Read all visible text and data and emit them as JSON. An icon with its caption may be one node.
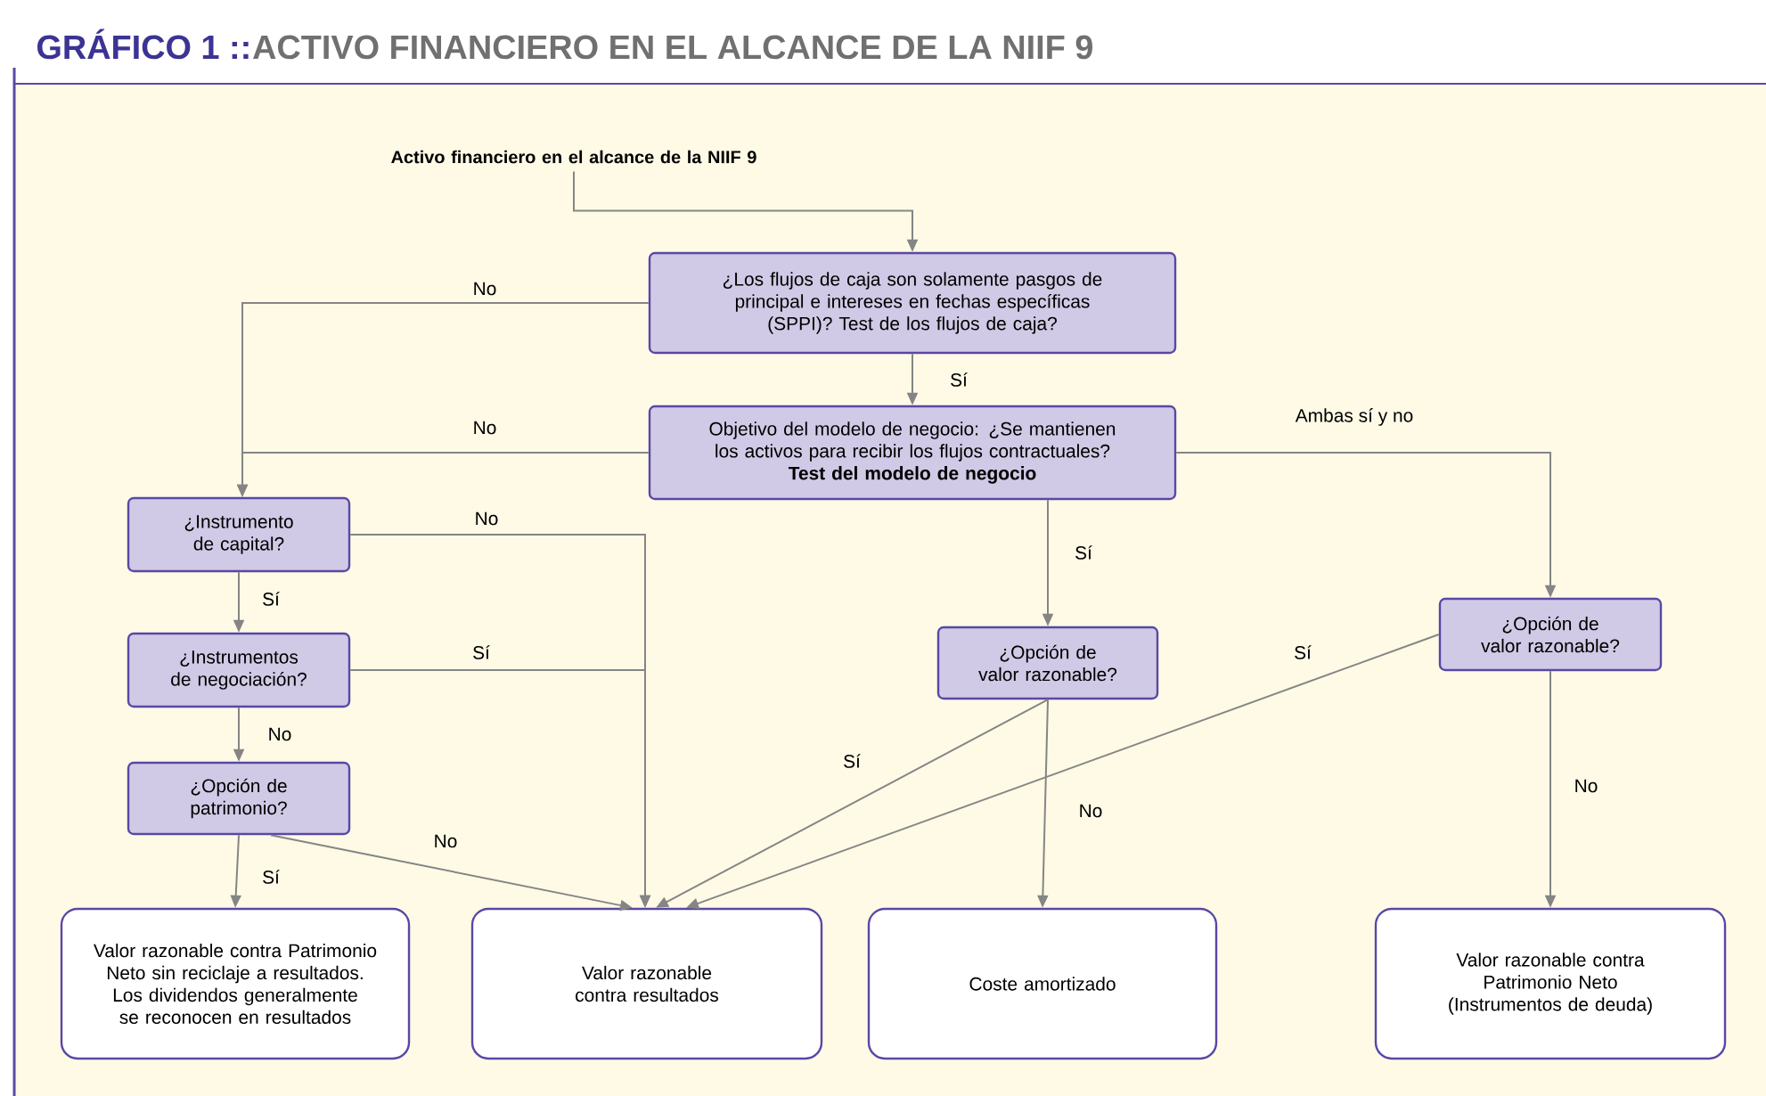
{
  "diagram": {
    "title": "ACTIVO FINANCIERO EN EL ALCANCE DE LA NIIF 9",
    "nodes": [
      {
        "text": [
          "Activo financiero en el alcance de la NIIF 9"
        ]
      },
      {
        "text": [
          "¿Los flujos de caja son solamente pasgos de principal e intereses en fechas específicas (SPPI)? Test de los flujos de caja?"
        ]
      },
      {
        "text": [
          "Objetivo del modelo de negocio: ¿Se mantienen los activos para recibir los flujos contractuales?",
          "Test del modelo de negocio"
        ]
      },
      {
        "text": [
          "¿Instrumento de capital?"
        ]
      },
      {
        "text": [
          "¿Instrumentos de negociación?"
        ]
      },
      {
        "text": [
          "¿Opción de patrimonio?"
        ]
      },
      {
        "text": [
          "¿Opción de valor razonable?"
        ]
      },
      {
        "text": [
          "¿Opción de valor razonable?"
        ]
      },
      {
        "text": [
          "Valor razonable contra Patrimonio Neto sin reciclaje a resultados. Los dividendos generalmente se reconocen en resultados"
        ]
      },
      {
        "text": [
          "Valor razonable contra resultados"
        ]
      },
      {
        "text": [
          "Coste amortizado"
        ]
      },
      {
        "text": [
          "Valor razonable contra Patrimonio Neto (Instrumentos de deuda)"
        ]
      }
    ],
    "edges": [
      {
        "from": 0,
        "to": 1,
        "arrow": "to"
      },
      {
        "from": 1,
        "to": 3,
        "arrow": "to",
        "label": "No"
      },
      {
        "from": 1,
        "to": 2,
        "arrow": "to",
        "label": "Sí"
      },
      {
        "from": 2,
        "to": 3,
        "arrow": "to",
        "label": "No"
      },
      {
        "from": 2,
        "to": 6,
        "arrow": "to",
        "label": "Sí"
      },
      {
        "from": 2,
        "to": 7,
        "arrow": "to",
        "label": "Ambas sí y no"
      },
      {
        "from": 3,
        "to": 4,
        "arrow": "to",
        "label": "Sí"
      },
      {
        "from": 3,
        "to": 9,
        "arrow": "to",
        "label": "No"
      },
      {
        "from": 4,
        "to": 9,
        "arrow": "to",
        "label": "Sí"
      },
      {
        "from": 4,
        "to": 5,
        "arrow": "to",
        "label": "No"
      },
      {
        "from": 5,
        "to": 8,
        "arrow": "to",
        "label": "Sí"
      },
      {
        "from": 5,
        "to": 9,
        "arrow": "to",
        "label": "No"
      },
      {
        "from": 6,
        "to": 9,
        "arrow": "to",
        "label": "Sí"
      },
      {
        "from": 6,
        "to": 10,
        "arrow": "to",
        "label": "No"
      },
      {
        "from": 7,
        "to": 9,
        "arrow": "to",
        "label": "Sí"
      },
      {
        "from": 7,
        "to": 11,
        "arrow": "to",
        "label": "No"
      }
    ],
    "labels": [
      "GRÁFICO 1 ::"
    ]
  }
}
